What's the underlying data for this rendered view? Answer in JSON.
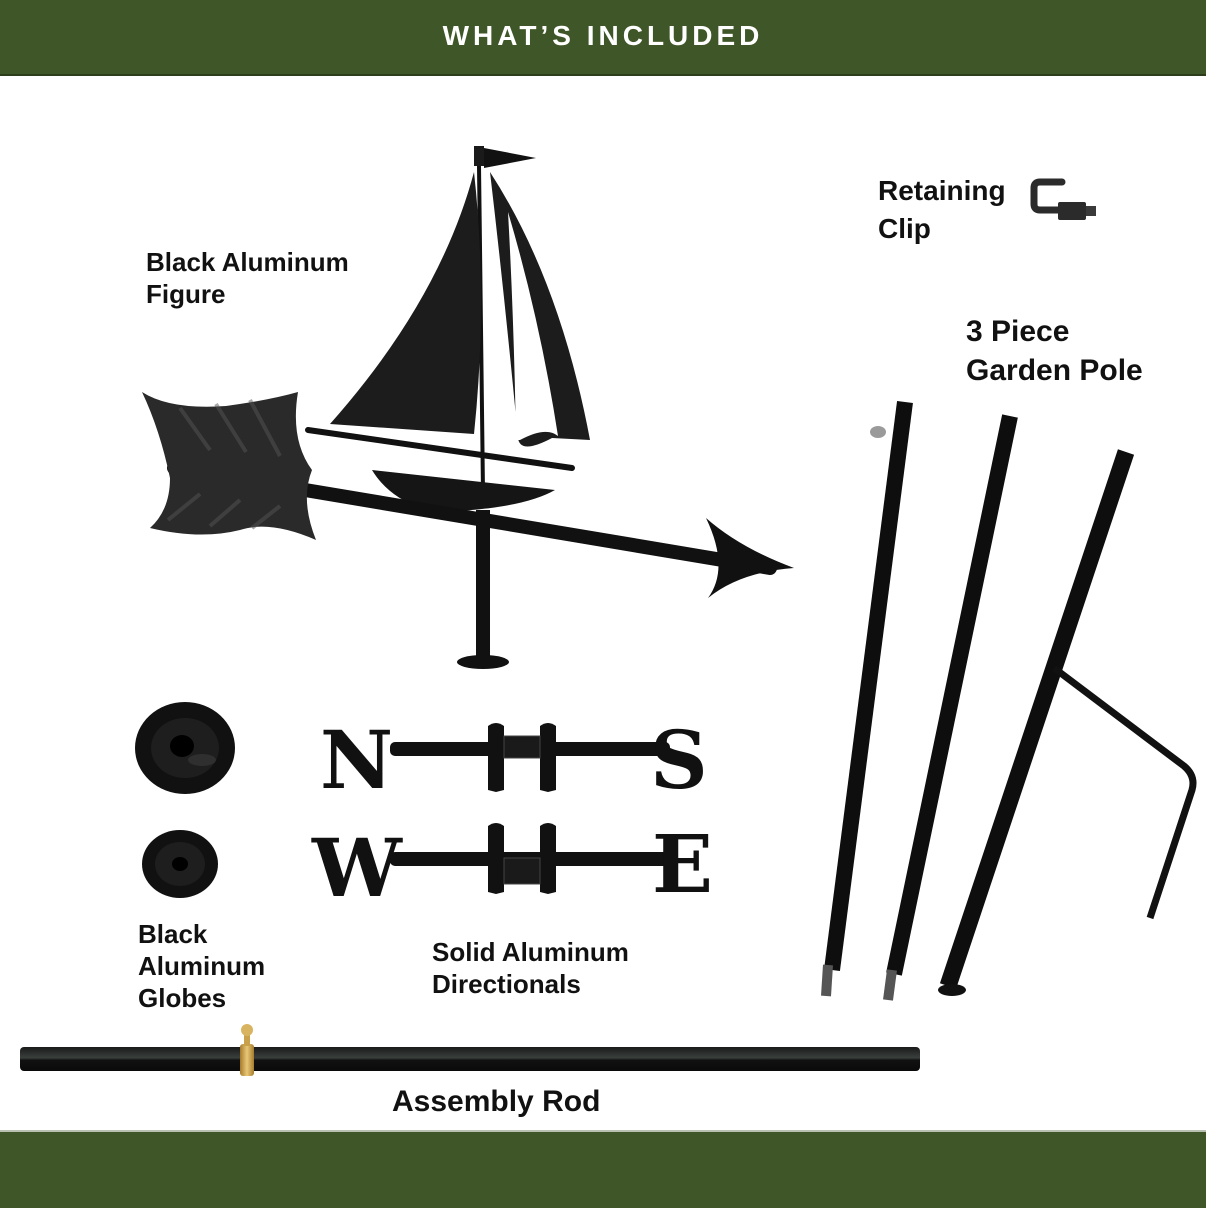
{
  "header": {
    "title": "WHAT’S INCLUDED"
  },
  "colors": {
    "banner": "#3f5628",
    "text_on_banner": "#ffffff",
    "parts": "#111111",
    "brass": "#c9a14a"
  },
  "parts": {
    "figure": {
      "lines": [
        "Black Aluminum",
        "Figure"
      ],
      "icon": "sailboat-weathervane"
    },
    "retaining_clip": {
      "lines": [
        "Retaining",
        "Clip"
      ],
      "icon": "retaining-clip"
    },
    "garden_pole": {
      "lines": [
        "3 Piece",
        "Garden Pole"
      ],
      "icon": "garden-pole"
    },
    "globes": {
      "lines": [
        "Black",
        "Aluminum",
        "Globes"
      ],
      "icon": "globe"
    },
    "directionals": {
      "lines": [
        "Solid Aluminum",
        "Directionals"
      ],
      "letters": [
        "N",
        "S",
        "W",
        "E"
      ],
      "icon": "directionals"
    },
    "assembly_rod": {
      "lines": [
        "Assembly Rod"
      ],
      "icon": "assembly-rod"
    }
  }
}
